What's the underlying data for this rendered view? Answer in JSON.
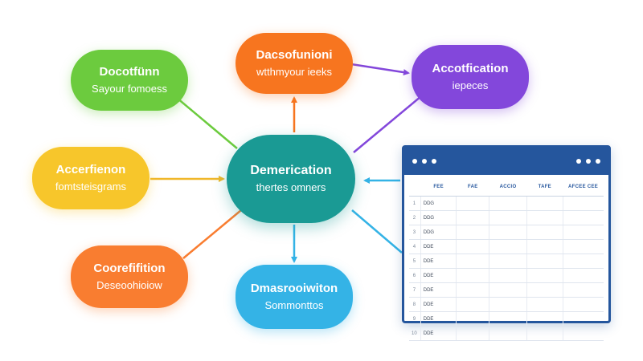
{
  "diagram": {
    "center": {
      "title": "Demerication",
      "subtitle": "thertes omners"
    },
    "nodes": {
      "top_left": {
        "title": "Docotfünn",
        "subtitle": "Sayour fomoess"
      },
      "top_center": {
        "title": "Dacsofunioni",
        "subtitle": "wtthmyour ieeks"
      },
      "top_right": {
        "title": "Accotfication",
        "subtitle": "iepeces"
      },
      "mid_left": {
        "title": "Accerfienon",
        "subtitle": "fomtsteisgrams"
      },
      "bottom_left": {
        "title": "Coorefifition",
        "subtitle": "Deseoohioiow"
      },
      "bottom_center": {
        "title": "Dmasrooiwiton",
        "subtitle": "Sommonttos"
      }
    },
    "colors": {
      "top_left": "#6ccb3e",
      "top_center": "#f7751f",
      "top_right": "#8347db",
      "mid_left": "#f7c62b",
      "bottom_left": "#f97d30",
      "bottom_center": "#34b3e6",
      "center": "#1a9a94",
      "table_frame": "#25569d"
    }
  },
  "table": {
    "headers": [
      "",
      "FEE",
      "FAE",
      "ACCIO",
      "TAFE",
      "AFCEE CEE"
    ],
    "rows": [
      [
        "1",
        "DDG",
        "",
        "",
        "",
        ""
      ],
      [
        "2",
        "DDG",
        "",
        "",
        "",
        ""
      ],
      [
        "3",
        "DDG",
        "",
        "",
        "",
        ""
      ],
      [
        "4",
        "DDE",
        "",
        "",
        "",
        ""
      ],
      [
        "5",
        "DDE",
        "",
        "",
        "",
        ""
      ],
      [
        "6",
        "DDE",
        "",
        "",
        "",
        ""
      ],
      [
        "7",
        "DDE",
        "",
        "",
        "",
        ""
      ],
      [
        "8",
        "DDE",
        "",
        "",
        "",
        ""
      ],
      [
        "9",
        "DDE",
        "",
        "",
        "",
        ""
      ],
      [
        "10",
        "DDE",
        "",
        "",
        "",
        ""
      ]
    ]
  }
}
